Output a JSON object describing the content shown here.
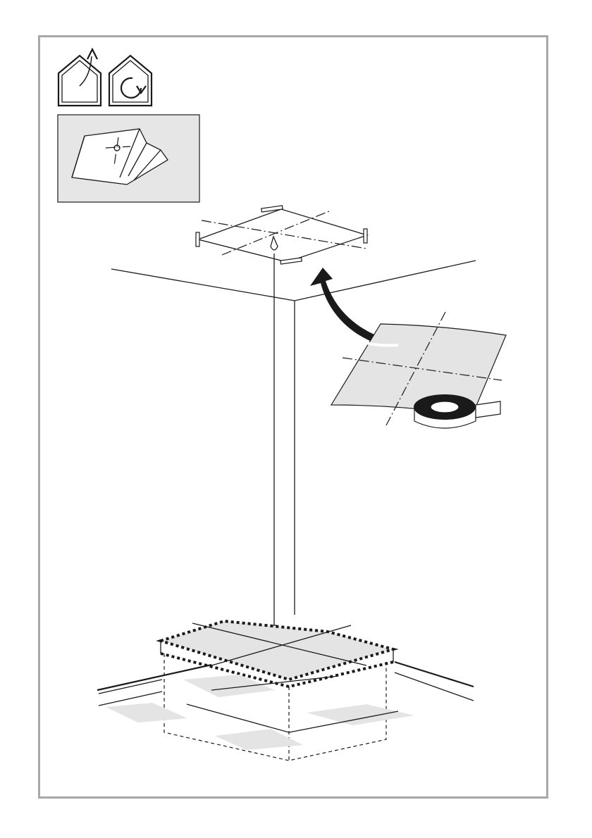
{
  "page": {
    "background": "#ffffff",
    "frame_color": "#a8a8a8"
  },
  "icons": [
    {
      "name": "indoor-arrow-out-icon"
    },
    {
      "name": "indoor-rotate-icon"
    },
    {
      "name": "template-sheet-icon"
    }
  ],
  "illustration": {
    "steps": [
      {
        "name": "template-on-ceiling"
      },
      {
        "name": "plumb-line"
      },
      {
        "name": "template-placement-arrow"
      },
      {
        "name": "adhesive-tape-roll"
      },
      {
        "name": "floor-projection"
      }
    ],
    "colors": {
      "line": "#1a1a1a",
      "shade": "#e4e4e4",
      "panel": "#e6e6e6"
    }
  }
}
